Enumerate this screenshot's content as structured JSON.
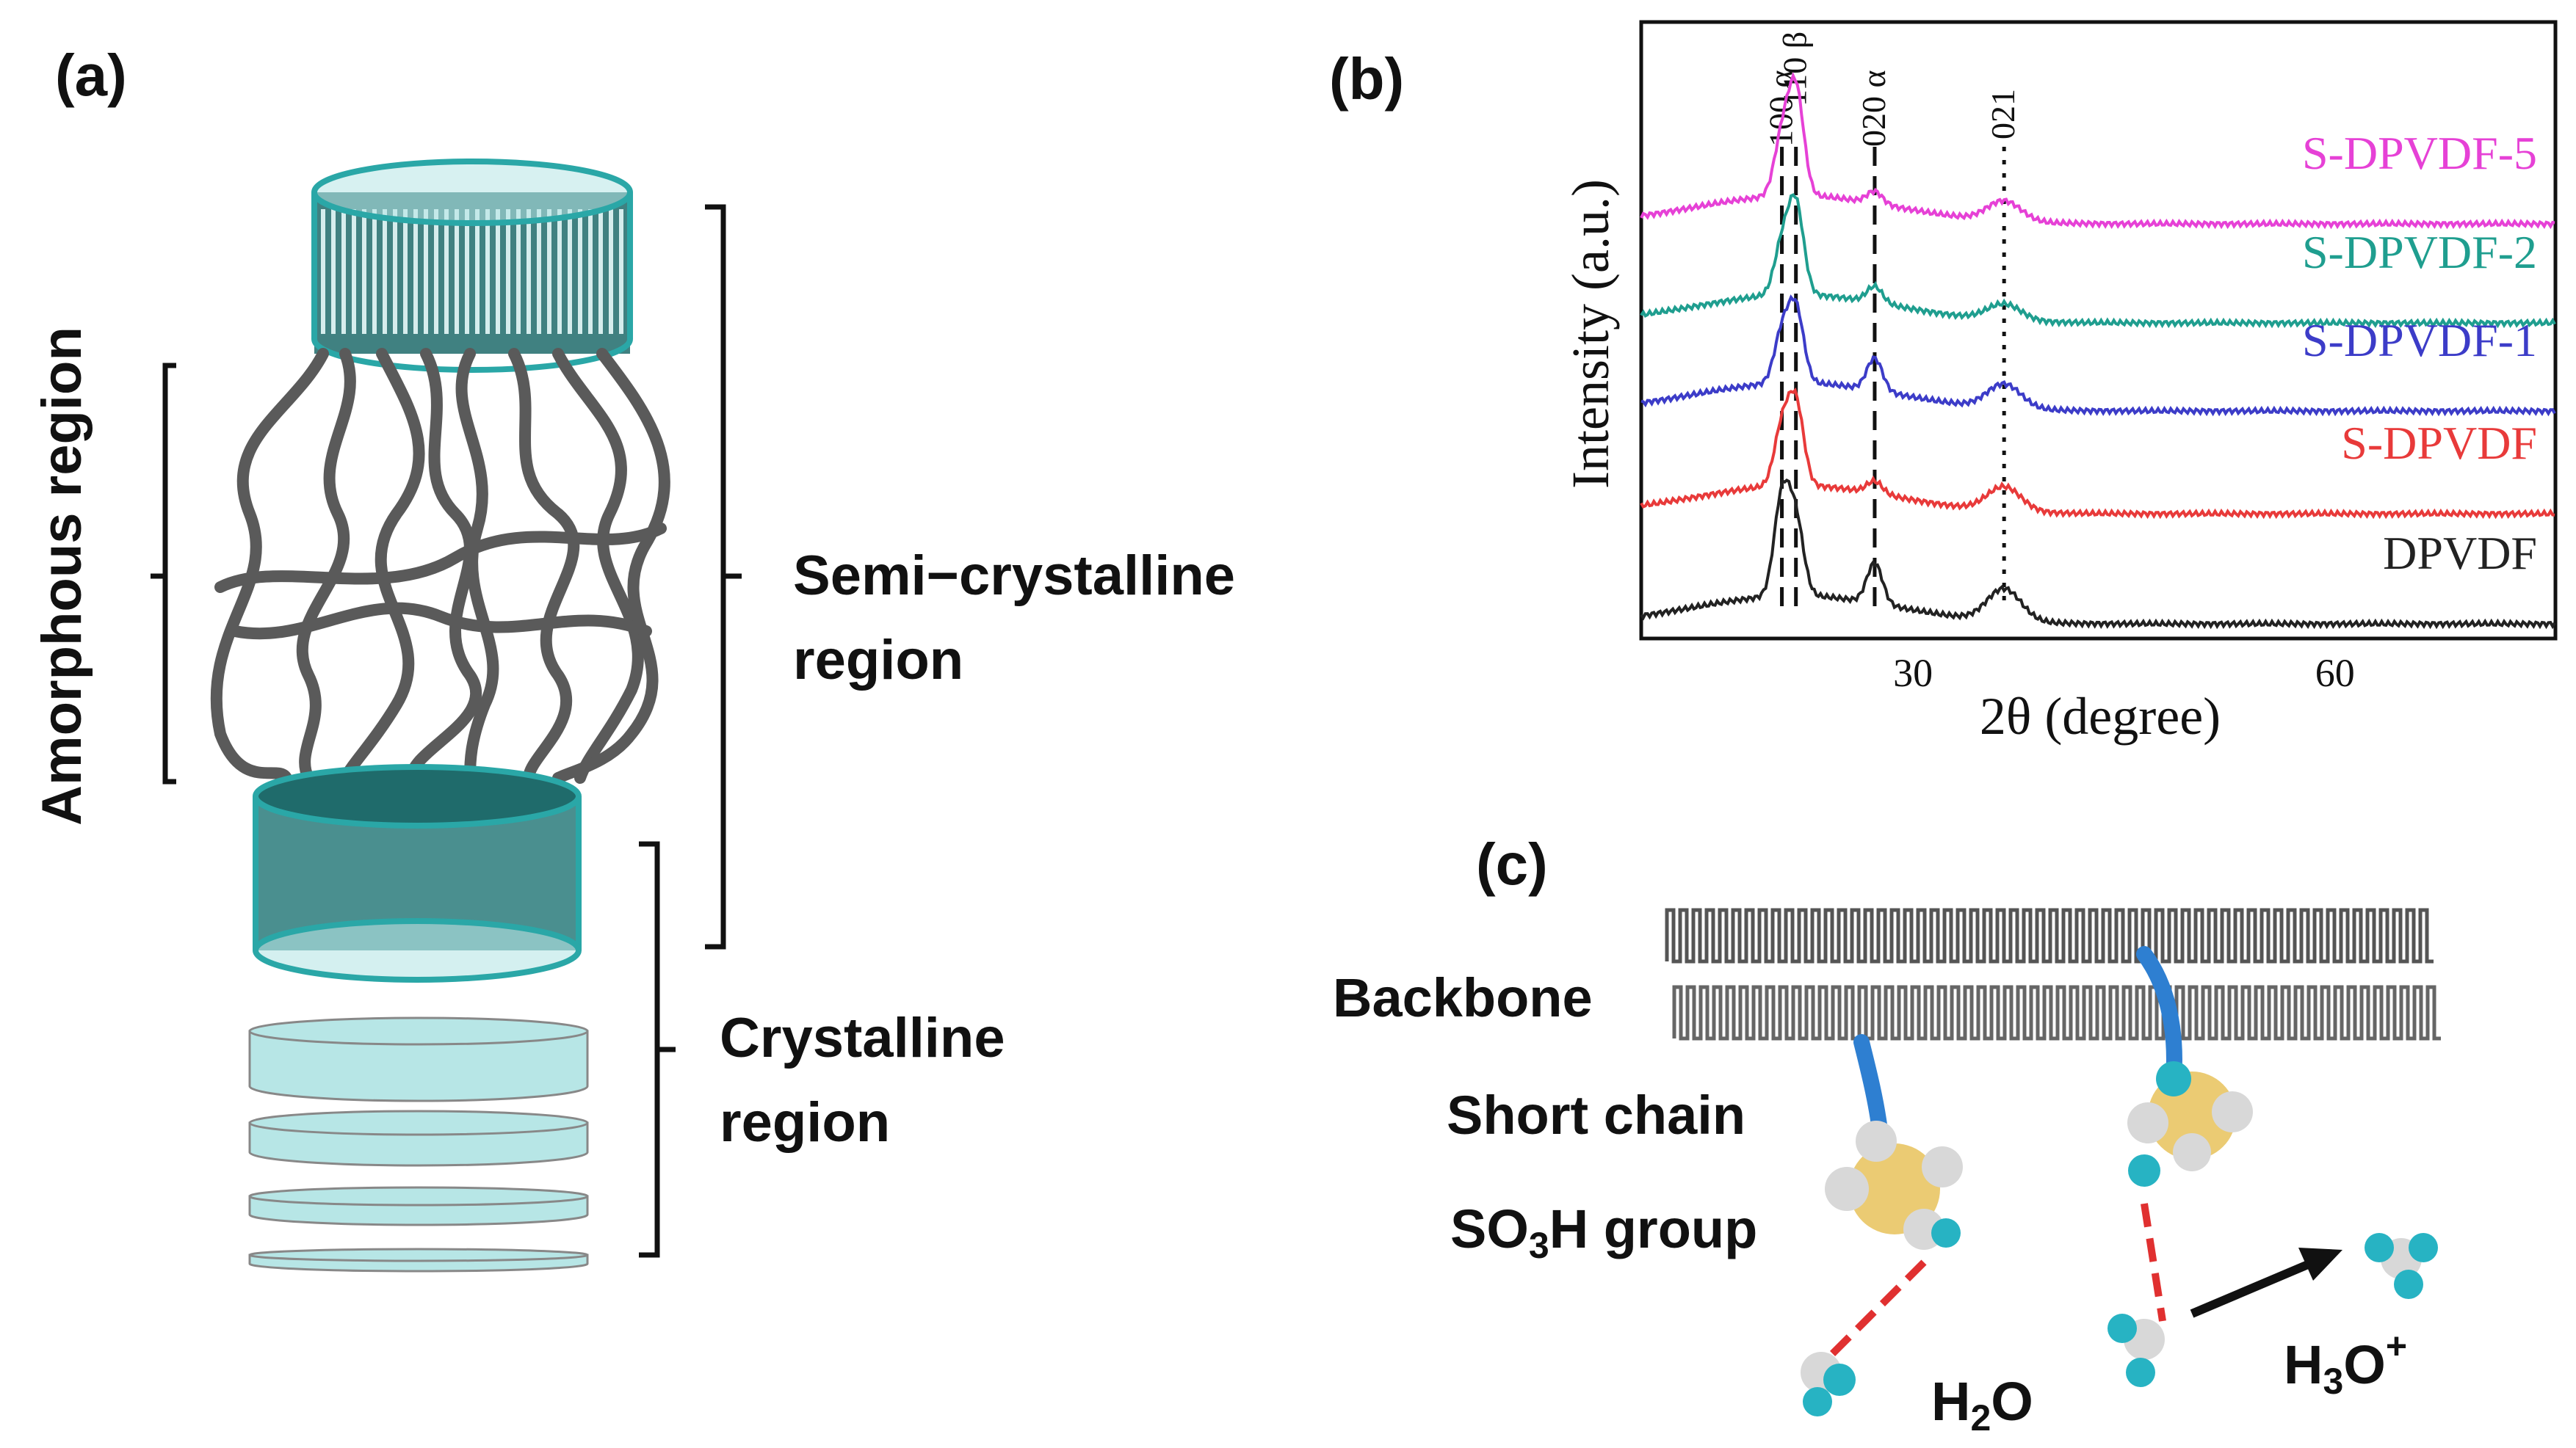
{
  "panel_a": {
    "tag": "(a)",
    "amorphous": "Amorphous region",
    "semi_line1": "Semi−crystalline",
    "semi_line2": "region",
    "cryst_line1": "Crystalline",
    "cryst_line2": "region"
  },
  "panel_b": {
    "tag": "(b)",
    "peaks": [
      {
        "label": "100 α",
        "x": 20.0
      },
      {
        "label": "110 β",
        "x": 21.0
      },
      {
        "label": "020 α",
        "x": 26.6
      },
      {
        "label": "021",
        "x": 35.8
      }
    ]
  },
  "panel_c": {
    "tag": "(c)",
    "backbone": "Backbone",
    "short_chain": "Short chain",
    "so3h_pre": "SO",
    "so3h_sub": "3",
    "so3h_post": "H group",
    "h2o_pre": "H",
    "h2o_sub": "2",
    "h2o_post": "O",
    "h3o_pre": "H",
    "h3o_sub": "3",
    "h3o_post": "O",
    "h3o_sup": "+"
  },
  "colors": {
    "crystal_teal": "#2aa7a7",
    "crystal_fill": "#b7e6e6",
    "chain_gray": "#555555",
    "sulfur": "#e8c25a",
    "water_h": "#cfcfcf",
    "water_o": "#27b3c3",
    "side_chain": "#2e7fd1",
    "hbond": "#e03030"
  },
  "chart_data": {
    "type": "line",
    "xlabel": "2θ (degree)",
    "ylabel": "Intensity (a.u.)",
    "xlim": [
      10,
      75
    ],
    "x_ticks": [
      30,
      60
    ],
    "grid": false,
    "legend": "labels to the right of each curve",
    "series": [
      {
        "name": "S-DPVDF-5",
        "color": "#e641d6",
        "offset": 4,
        "peaks": [
          [
            20.0,
            0.7
          ],
          [
            21.0,
            1.3
          ],
          [
            26.6,
            0.15
          ],
          [
            35.8,
            0.25
          ]
        ]
      },
      {
        "name": "S-DPVDF-2",
        "color": "#1f9e8f",
        "offset": 3,
        "peaks": [
          [
            20.0,
            0.6
          ],
          [
            21.0,
            1.1
          ],
          [
            26.6,
            0.2
          ],
          [
            35.8,
            0.2
          ]
        ]
      },
      {
        "name": "S-DPVDF-1",
        "color": "#3c3cc8",
        "offset": 2,
        "peaks": [
          [
            20.0,
            0.6
          ],
          [
            21.0,
            0.9
          ],
          [
            26.6,
            0.4
          ],
          [
            35.8,
            0.3
          ]
        ]
      },
      {
        "name": "S-DPVDF",
        "color": "#e83a3a",
        "offset": 1,
        "peaks": [
          [
            20.0,
            0.7
          ],
          [
            21.0,
            1.0
          ],
          [
            26.6,
            0.15
          ],
          [
            35.8,
            0.3
          ]
        ]
      },
      {
        "name": "DPVDF",
        "color": "#222222",
        "offset": 0,
        "peaks": [
          [
            20.0,
            1.2
          ],
          [
            21.0,
            0.9
          ],
          [
            26.6,
            0.5
          ],
          [
            35.8,
            0.4
          ]
        ]
      }
    ]
  }
}
